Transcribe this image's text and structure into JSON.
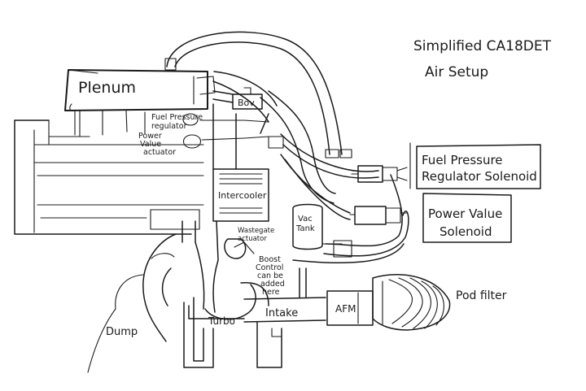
{
  "title_line1": "Simplified   CA18DET",
  "title_line2": "Air Setup",
  "labels": {
    "plenum": "Plenum",
    "bov": "Bov",
    "fpr_line1": "Fuel Pressure",
    "fpr_line2": "regulator",
    "pv_line1": "Power",
    "pv_line2": "Value",
    "pv_line3": "actuator",
    "intercooler": "Intercooler",
    "wastegate_line1": "Wastegate",
    "wastegate_line2": "actuator",
    "boost_line1": "Boost",
    "boost_line2": "Control",
    "boost_line3": "can be",
    "boost_line4": "added",
    "boost_line5": "here",
    "vac_line1": "Vac",
    "vac_line2": "Tank",
    "fprs_line1": "Fuel Pressure",
    "fprs_line2": "Regulator Solenoid",
    "pvs_line1": "Power Value",
    "pvs_line2": "Solenoid",
    "pod_filter": "Pod filter",
    "afm": "AFM",
    "intake": "Intake",
    "turbo": "Turbo",
    "dump": "Dump"
  },
  "colors": {
    "ink": "#1a1a1a",
    "paper": "#ffffff"
  }
}
